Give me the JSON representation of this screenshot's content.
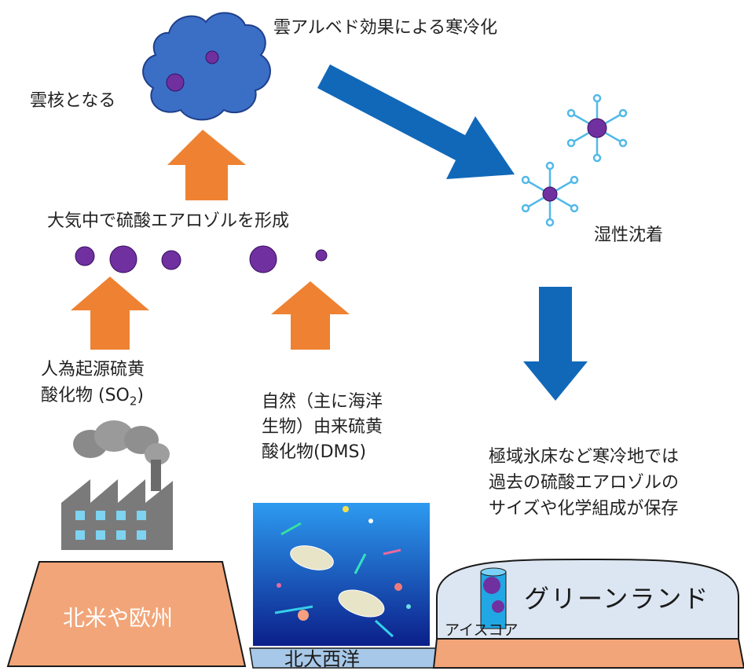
{
  "labels": {
    "cloud_albedo": "雲アルベド効果による寒冷化",
    "cloud_nuclei": "雲核となる",
    "aerosol_formation": "大気中で硫酸エアロゾルを形成",
    "wet_deposition": "湿性沈着",
    "anthro_line1": "人為起源硫黄",
    "anthro_line2_prefix": "酸化物 (SO",
    "anthro_line2_sub": "2",
    "anthro_line2_suffix": ")",
    "natural": "自然（主に海洋\n生物）由来硫黄\n酸化物(DMS)",
    "ice_record": "極域氷床など寒冷地では\n過去の硫酸エアロゾルの\nサイズや化学組成が保存",
    "europe_na": "北米や欧州",
    "north_atlantic": "北大西洋",
    "greenland": "グリーンランド",
    "ice_core": "アイスコア"
  },
  "colors": {
    "arrow_orange": "#EE8232",
    "arrow_blue": "#1168B8",
    "particle_purple": "#7030A0",
    "cloud_blue": "#3B6FC6",
    "land": "#F2A578",
    "ice_sheet": "#DCE6F2",
    "ocean_top": "#2D9BF0",
    "ocean_bottom": "#0B1F8A",
    "snowflake": "#52B9E8"
  },
  "icons": [
    "cloud-icon",
    "factory-icon",
    "smoke-icon",
    "snowflake-icon",
    "plankton-icon",
    "ice-core-icon"
  ]
}
